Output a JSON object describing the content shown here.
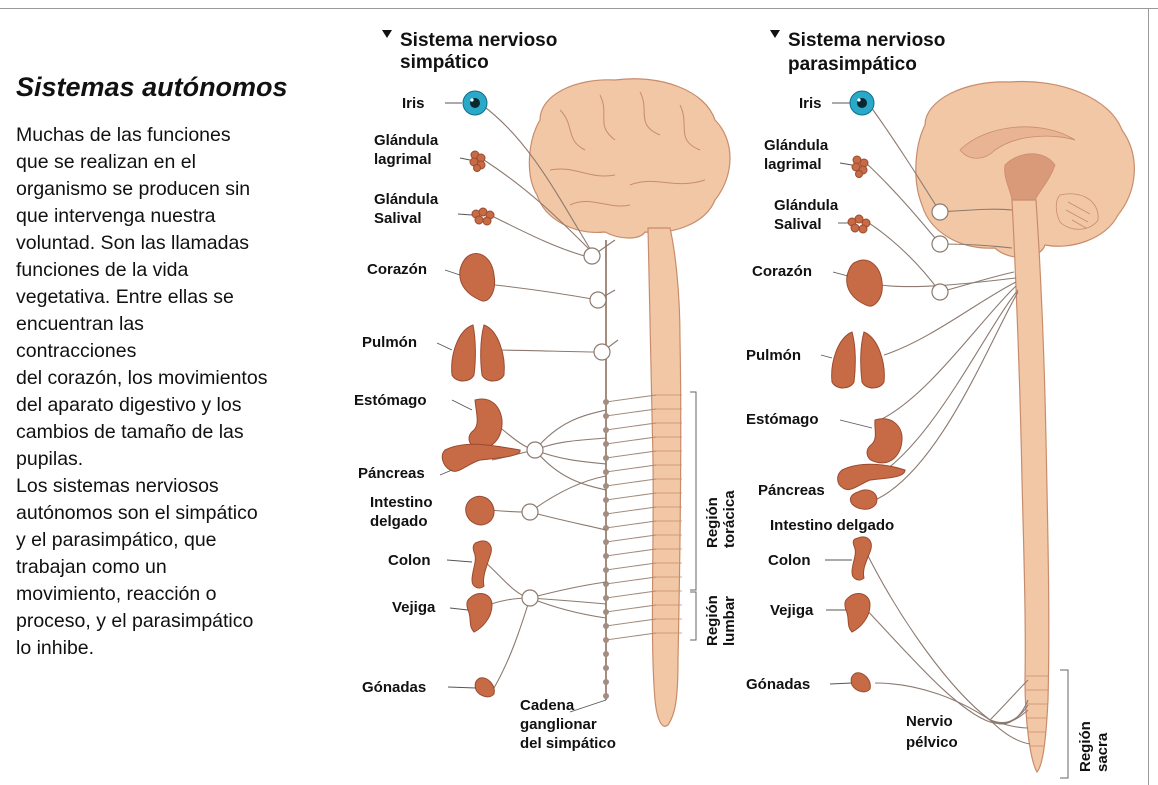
{
  "intro": {
    "title": "Sistemas autónomos",
    "paragraphs": [
      "Muchas de las funciones\nque se realizan en el\norganismo se producen sin\nque intervenga nuestra\nvoluntad. Son las llamadas\nfunciones de la vida\nvegetativa. Entre ellas se\nencuentran las\ncontracciones\ndel corazón, los movimientos\ndel aparato digestivo y los\ncambios de tamaño de las\npupilas.",
      "Los sistemas nerviosos\nautónomos son el simpático\ny el parasimpático, que\ntrabajan como un\nmovimiento, reacción o\nproceso, y el parasimpático\nlo inhibe."
    ]
  },
  "sympathetic": {
    "title_line1": "Sistema nervioso",
    "title_line2": "simpático",
    "organs": {
      "iris": "Iris",
      "lacrimal_1": "Glándula",
      "lacrimal_2": "lagrimal",
      "salivary_1": "Glándula",
      "salivary_2": "Salival",
      "heart": "Corazón",
      "lung": "Pulmón",
      "stomach": "Estómago",
      "pancreas": "Páncreas",
      "intestine_1": "Intestino",
      "intestine_2": "delgado",
      "colon": "Colon",
      "bladder": "Vejiga",
      "gonads": "Gónadas"
    },
    "chain_1": "Cadena",
    "chain_2": "ganglionar",
    "chain_3": "del simpático",
    "region_thoracic_1": "Región",
    "region_thoracic_2": "torácica",
    "region_lumbar_1": "Región",
    "region_lumbar_2": "lumbar"
  },
  "parasympathetic": {
    "title_line1": "Sistema nervioso",
    "title_line2": "parasimpático",
    "organs": {
      "iris": "Iris",
      "lacrimal_1": "Glándula",
      "lacrimal_2": "lagrimal",
      "salivary_1": "Glándula",
      "salivary_2": "Salival",
      "heart": "Corazón",
      "lung": "Pulmón",
      "stomach": "Estómago",
      "pancreas": "Páncreas",
      "intestine": "Intestino delgado",
      "colon": "Colon",
      "bladder": "Vejiga",
      "gonads": "Gónadas"
    },
    "pelvic_1": "Nervio",
    "pelvic_2": "pélvico",
    "region_sacral_1": "Región",
    "region_sacral_2": "sacra"
  },
  "colors": {
    "tissue": "#f2c7a6",
    "tissue_outline": "#c98c6b",
    "organ": "#c76b47",
    "organ_dark": "#9c4a2e",
    "nerve": "#8c7a70",
    "ganglion_fill": "#ffffff",
    "iris_blue": "#2aa8c8",
    "frame": "#9a9a9a"
  }
}
